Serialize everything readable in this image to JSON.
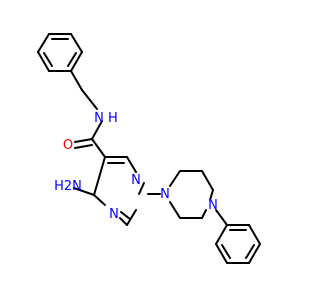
{
  "colors": {
    "bond": "#000000",
    "nitrogen": "#0000ff",
    "oxygen": "#ff0000"
  },
  "labels": {
    "amide_nh": "NH",
    "amide_h": "H",
    "amide_n": "N",
    "carbonyl_o": "O",
    "amine_h2n": "H2N",
    "amine_h2": "H2",
    "amine_n": "N",
    "ring_n_top": "N",
    "ring_n_bottom": "N",
    "pip_n_left": "N",
    "pip_n_right": "N"
  }
}
